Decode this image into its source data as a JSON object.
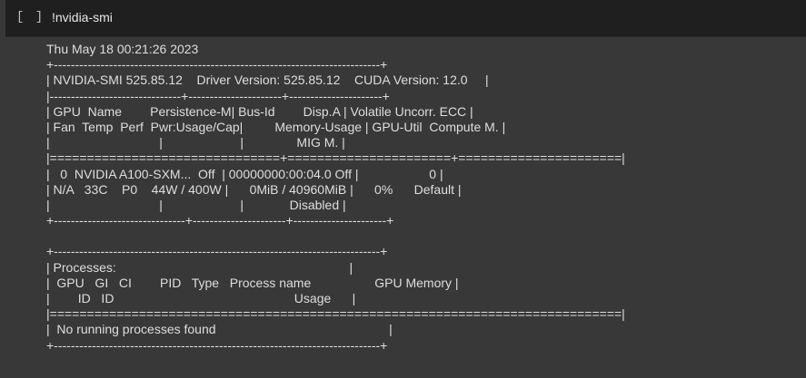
{
  "cell": {
    "run_indicator": "[ ]",
    "code": "!nvidia-smi"
  },
  "output": {
    "lines": [
      "Thu May 18 00:21:26 2023",
      "+-----------------------------------------------------------------------------+",
      "| NVIDIA-SMI 525.85.12    Driver Version: 525.85.12    CUDA Version: 12.0     |",
      "|-------------------------------+----------------------+----------------------+",
      "| GPU  Name        Persistence-M| Bus-Id        Disp.A | Volatile Uncorr. ECC |",
      "| Fan  Temp  Perf  Pwr:Usage/Cap|         Memory-Usage | GPU-Util  Compute M. |",
      "|                               |                      |               MIG M. |",
      "|===============================+======================+======================|",
      "|   0  NVIDIA A100-SXM...  Off  | 00000000:00:04.0 Off |                    0 |",
      "| N/A   33C    P0    44W / 400W |      0MiB / 40960MiB |      0%      Default |",
      "|                               |                      |             Disabled |",
      "+-------------------------------+----------------------+----------------------+",
      "",
      "+-----------------------------------------------------------------------------+",
      "| Processes:                                                                  |",
      "|  GPU   GI   CI        PID   Type   Process name                  GPU Memory |",
      "|        ID   ID                                                   Usage      |",
      "|=============================================================================|",
      "|  No running processes found                                                 |",
      "+-----------------------------------------------------------------------------+"
    ]
  }
}
